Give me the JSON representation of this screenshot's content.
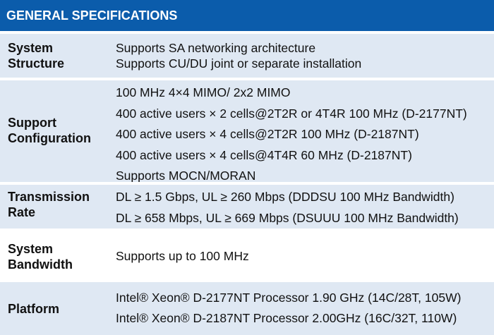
{
  "header": {
    "title": "GENERAL SPECIFICATIONS"
  },
  "rows": [
    {
      "label_line1": "System",
      "label_line2": "Structure",
      "values": [
        "Supports SA networking architecture",
        "Supports CU/DU joint or separate installation"
      ]
    },
    {
      "label_line1": "Support",
      "label_line2": "Configuration",
      "values": [
        "100 MHz 4×4 MIMO/ 2x2 MIMO",
        "400 active users × 2 cells@2T2R or 4T4R 100 MHz (D-2177NT)",
        "400 active users × 4 cells@2T2R 100 MHz (D-2187NT)",
        "400 active users × 4 cells@4T4R 60 MHz (D-2187NT)",
        "Supports MOCN/MORAN"
      ]
    },
    {
      "label_line1": "Transmission",
      "label_line2": "Rate",
      "values": [
        "DL ≥ 1.5 Gbps, UL ≥ 260 Mbps (DDDSU 100 MHz Bandwidth)",
        "DL ≥ 658 Mbps, UL ≥ 669 Mbps (DSUUU 100 MHz Bandwidth)"
      ]
    },
    {
      "label_line1": "System",
      "label_line2": "Bandwidth",
      "values": [
        "Supports up to 100 MHz"
      ]
    },
    {
      "label_line1": "Platform",
      "values": [
        "Intel® Xeon® D-2177NT Processor 1.90 GHz (14C/28T, 105W)",
        "Intel® Xeon® D-2187NT Processor 2.00GHz (16C/32T, 110W)"
      ]
    }
  ]
}
